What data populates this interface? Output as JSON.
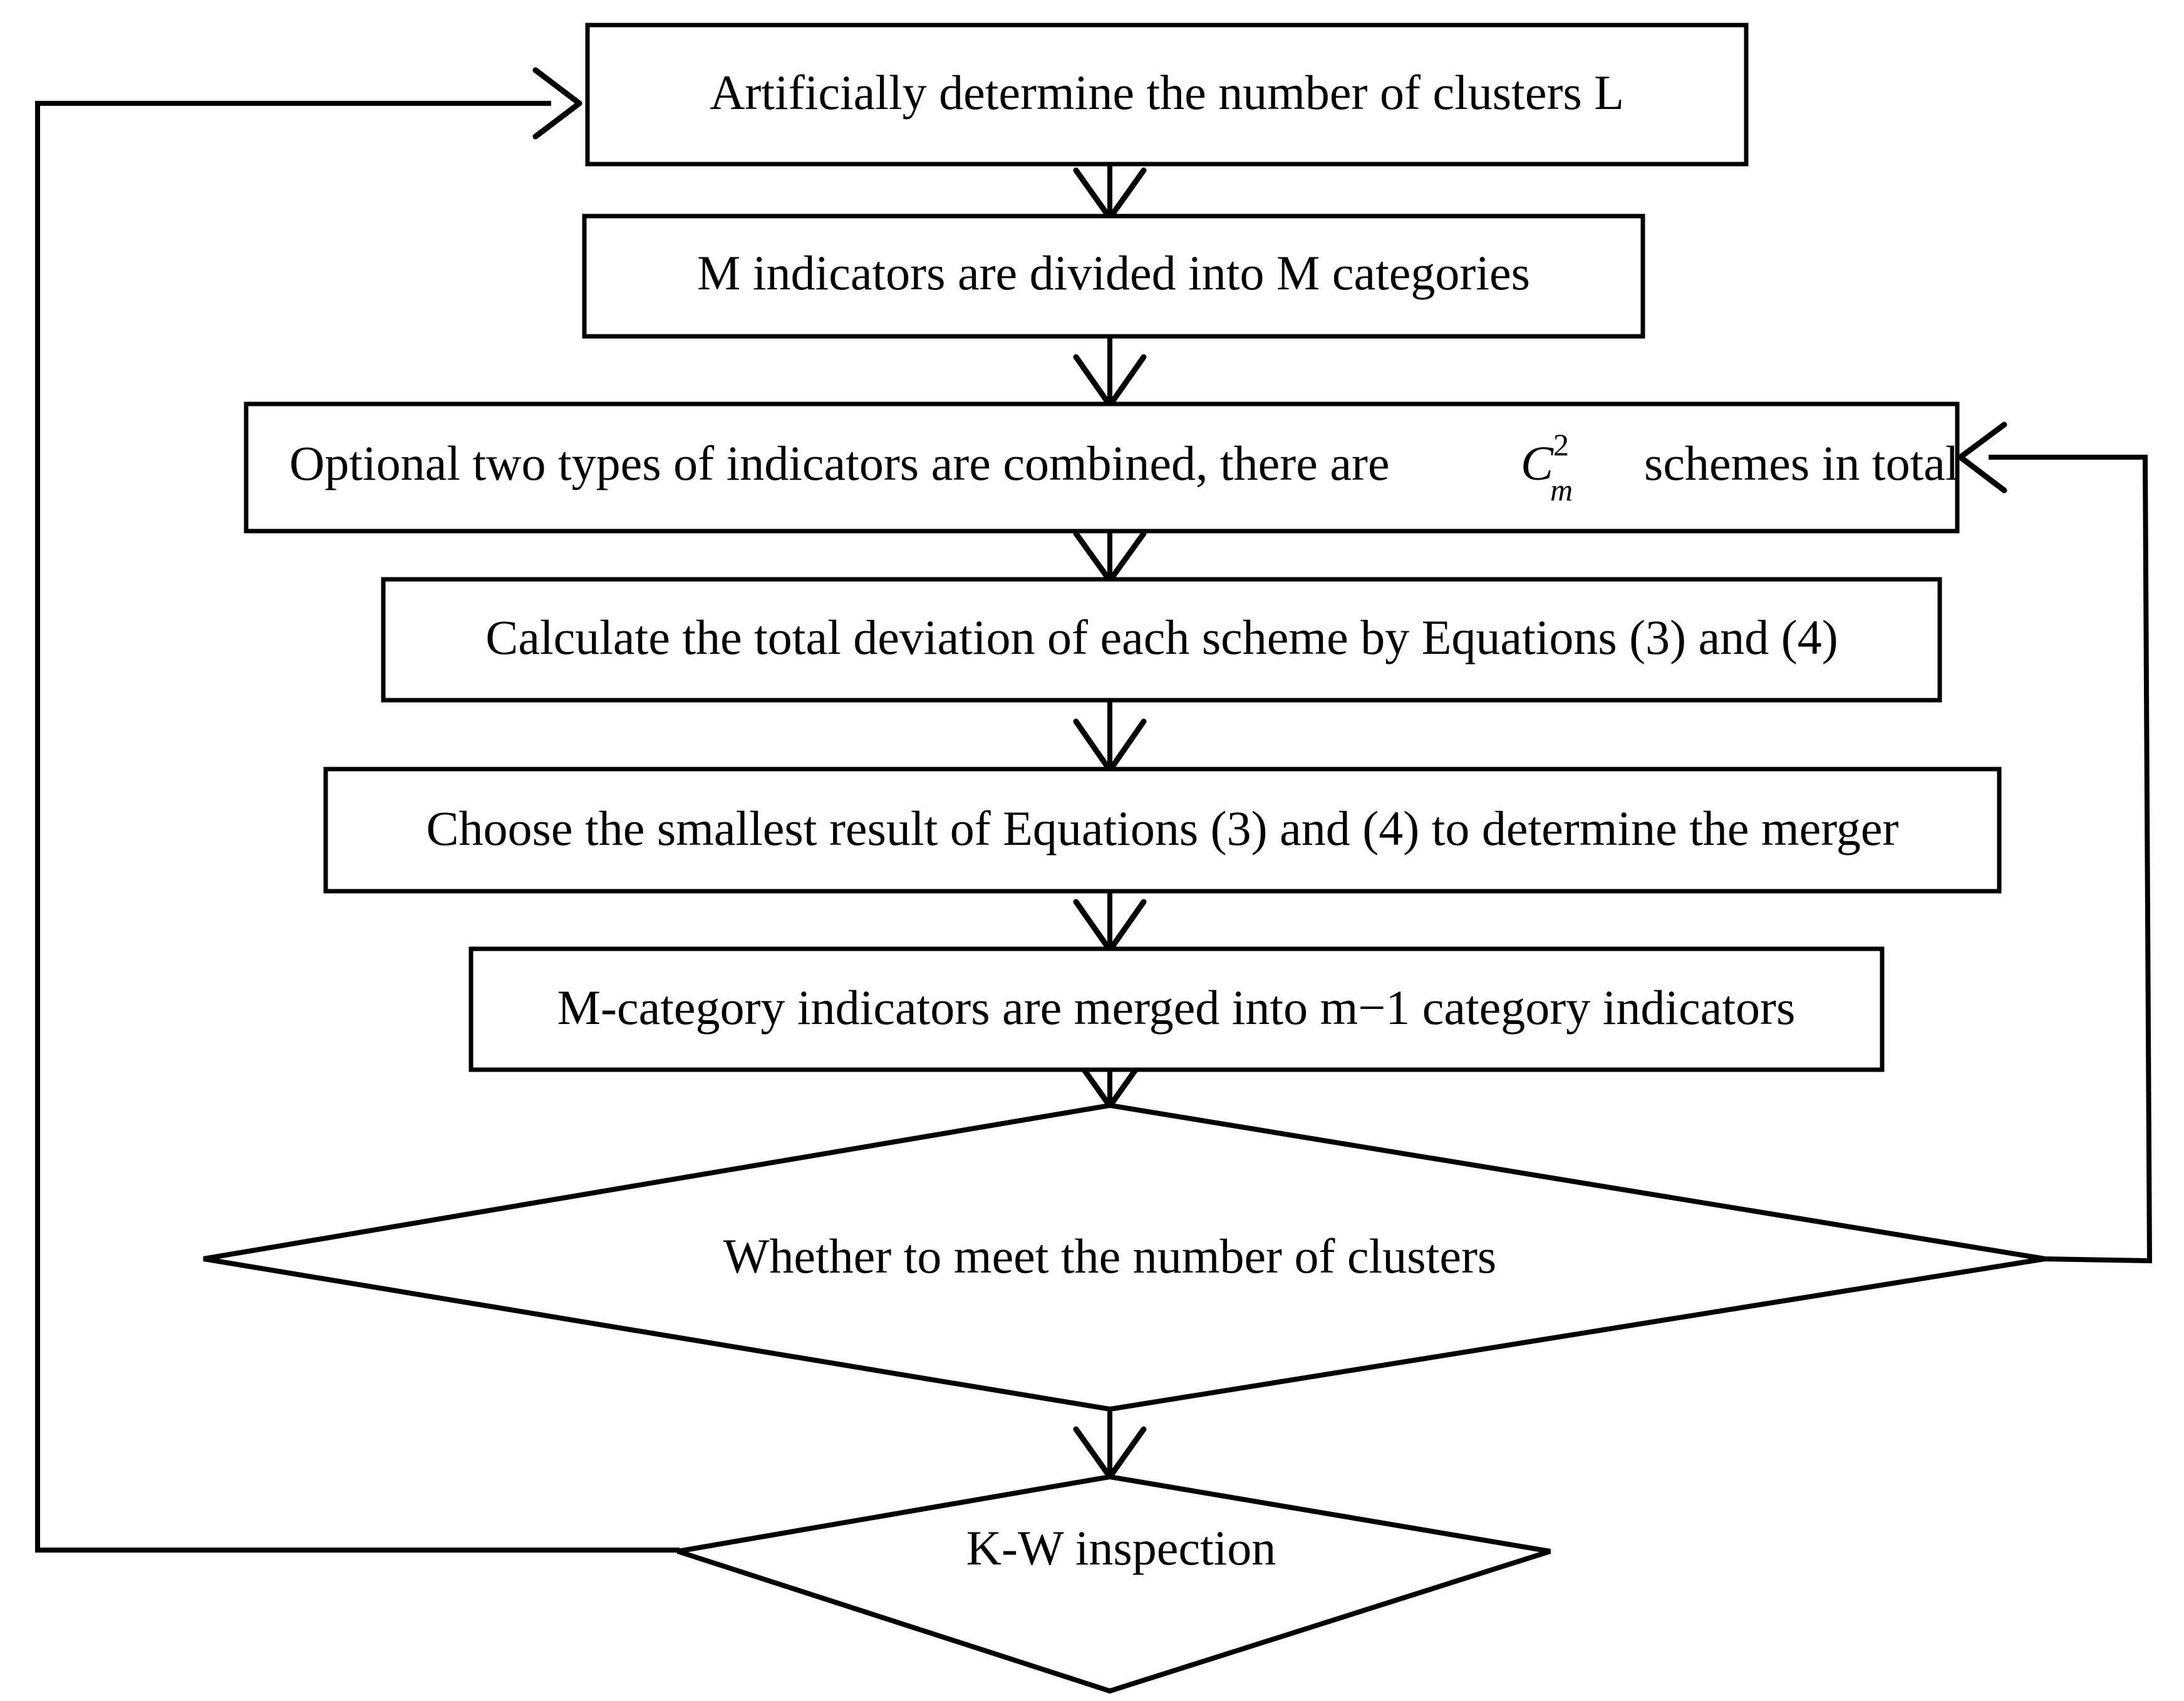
{
  "diagram": {
    "type": "flowchart",
    "title": "",
    "background_color": "#ffffff",
    "line_color": "#000000",
    "text_color": "#000000",
    "nodes": [
      {
        "id": "n1",
        "shape": "rectangle",
        "label": "Artificially determine the number of clusters L"
      },
      {
        "id": "n2",
        "shape": "rectangle",
        "label": "M indicators are divided into M categories"
      },
      {
        "id": "n3",
        "shape": "rectangle",
        "label_before": "Optional two types of indicators are combined, there are",
        "math_base": "C",
        "math_superscript": "2",
        "math_subscript": "m",
        "label_after": "schemes in total"
      },
      {
        "id": "n4",
        "shape": "rectangle",
        "label": "Calculate the total deviation of each scheme by Equations (3) and (4)"
      },
      {
        "id": "n5",
        "shape": "rectangle",
        "label": "Choose the smallest result of Equations (3) and (4) to determine the merger"
      },
      {
        "id": "n6",
        "shape": "rectangle",
        "label": "M-category indicators are merged into m−1 category indicators"
      },
      {
        "id": "d1",
        "shape": "diamond",
        "label": "Whether to meet the number of clusters"
      },
      {
        "id": "d2",
        "shape": "diamond",
        "label": "K-W inspection"
      }
    ],
    "edges": [
      {
        "id": "e1",
        "from": "n1",
        "to": "n2",
        "label": ""
      },
      {
        "id": "e2",
        "from": "n2",
        "to": "n3",
        "label": ""
      },
      {
        "id": "e3",
        "from": "n3",
        "to": "n4",
        "label": ""
      },
      {
        "id": "e4",
        "from": "n4",
        "to": "n5",
        "label": ""
      },
      {
        "id": "e5",
        "from": "n5",
        "to": "n6",
        "label": ""
      },
      {
        "id": "e6",
        "from": "n6",
        "to": "d1",
        "label": ""
      },
      {
        "id": "e7",
        "from": "d1",
        "to": "d2",
        "label": ""
      },
      {
        "id": "e8",
        "from": "d1",
        "to": "n3",
        "label": ""
      },
      {
        "id": "e9",
        "from": "d2",
        "to": "n1",
        "label": ""
      }
    ]
  }
}
